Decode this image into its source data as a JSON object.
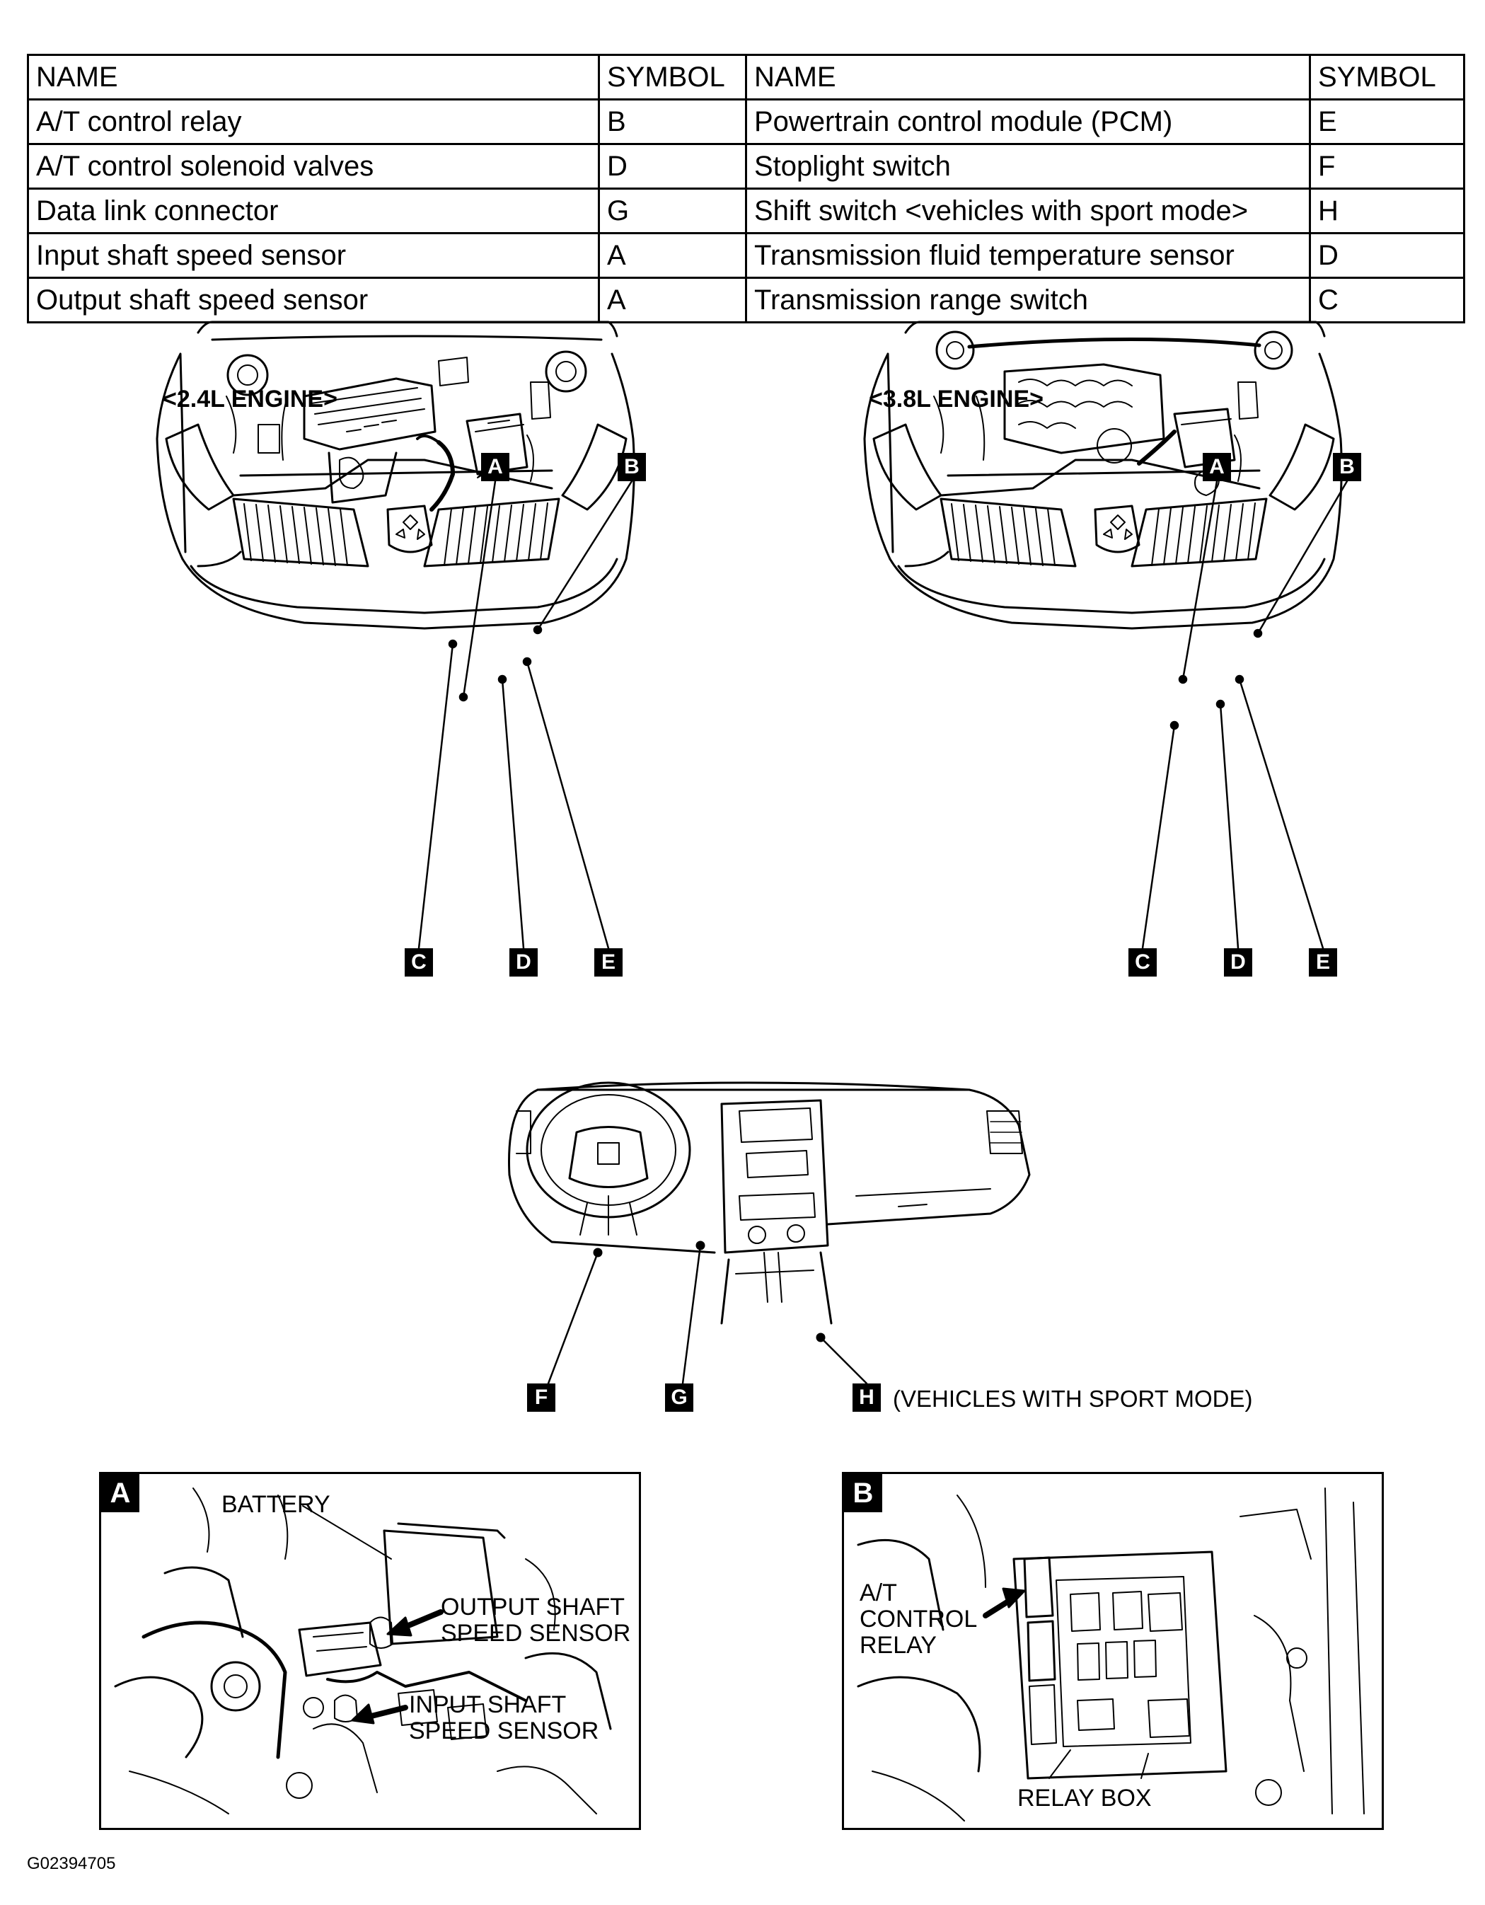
{
  "table": {
    "headers": [
      "NAME",
      "SYMBOL",
      "NAME",
      "SYMBOL"
    ],
    "rows": [
      [
        "A/T control relay",
        "B",
        "Powertrain control module (PCM)",
        "E"
      ],
      [
        "A/T control solenoid valves",
        "D",
        "Stoplight switch",
        "F"
      ],
      [
        "Data link connector",
        "G",
        "Shift switch <vehicles with sport mode>",
        "H"
      ],
      [
        "Input shaft speed sensor",
        "A",
        "Transmission fluid temperature sensor",
        "D"
      ],
      [
        "Output shaft speed sensor",
        "A",
        "Transmission range switch",
        "C"
      ]
    ]
  },
  "engines": {
    "left_label": "<2.4L ENGINE>",
    "right_label": "<3.8L ENGINE>"
  },
  "markers": {
    "a": "A",
    "b": "B",
    "c": "C",
    "d": "D",
    "e": "E",
    "f": "F",
    "g": "G",
    "h": "H"
  },
  "dash": {
    "h_note": "(VEHICLES WITH SPORT MODE)"
  },
  "detail_a": {
    "tag": "A",
    "battery": "BATTERY",
    "output_sensor": "OUTPUT SHAFT\nSPEED SENSOR",
    "input_sensor": "INPUT SHAFT\nSPEED SENSOR"
  },
  "detail_b": {
    "tag": "B",
    "relay": "A/T\nCONTROL\nRELAY",
    "relay_box": "RELAY BOX"
  },
  "figure_id": "G02394705"
}
